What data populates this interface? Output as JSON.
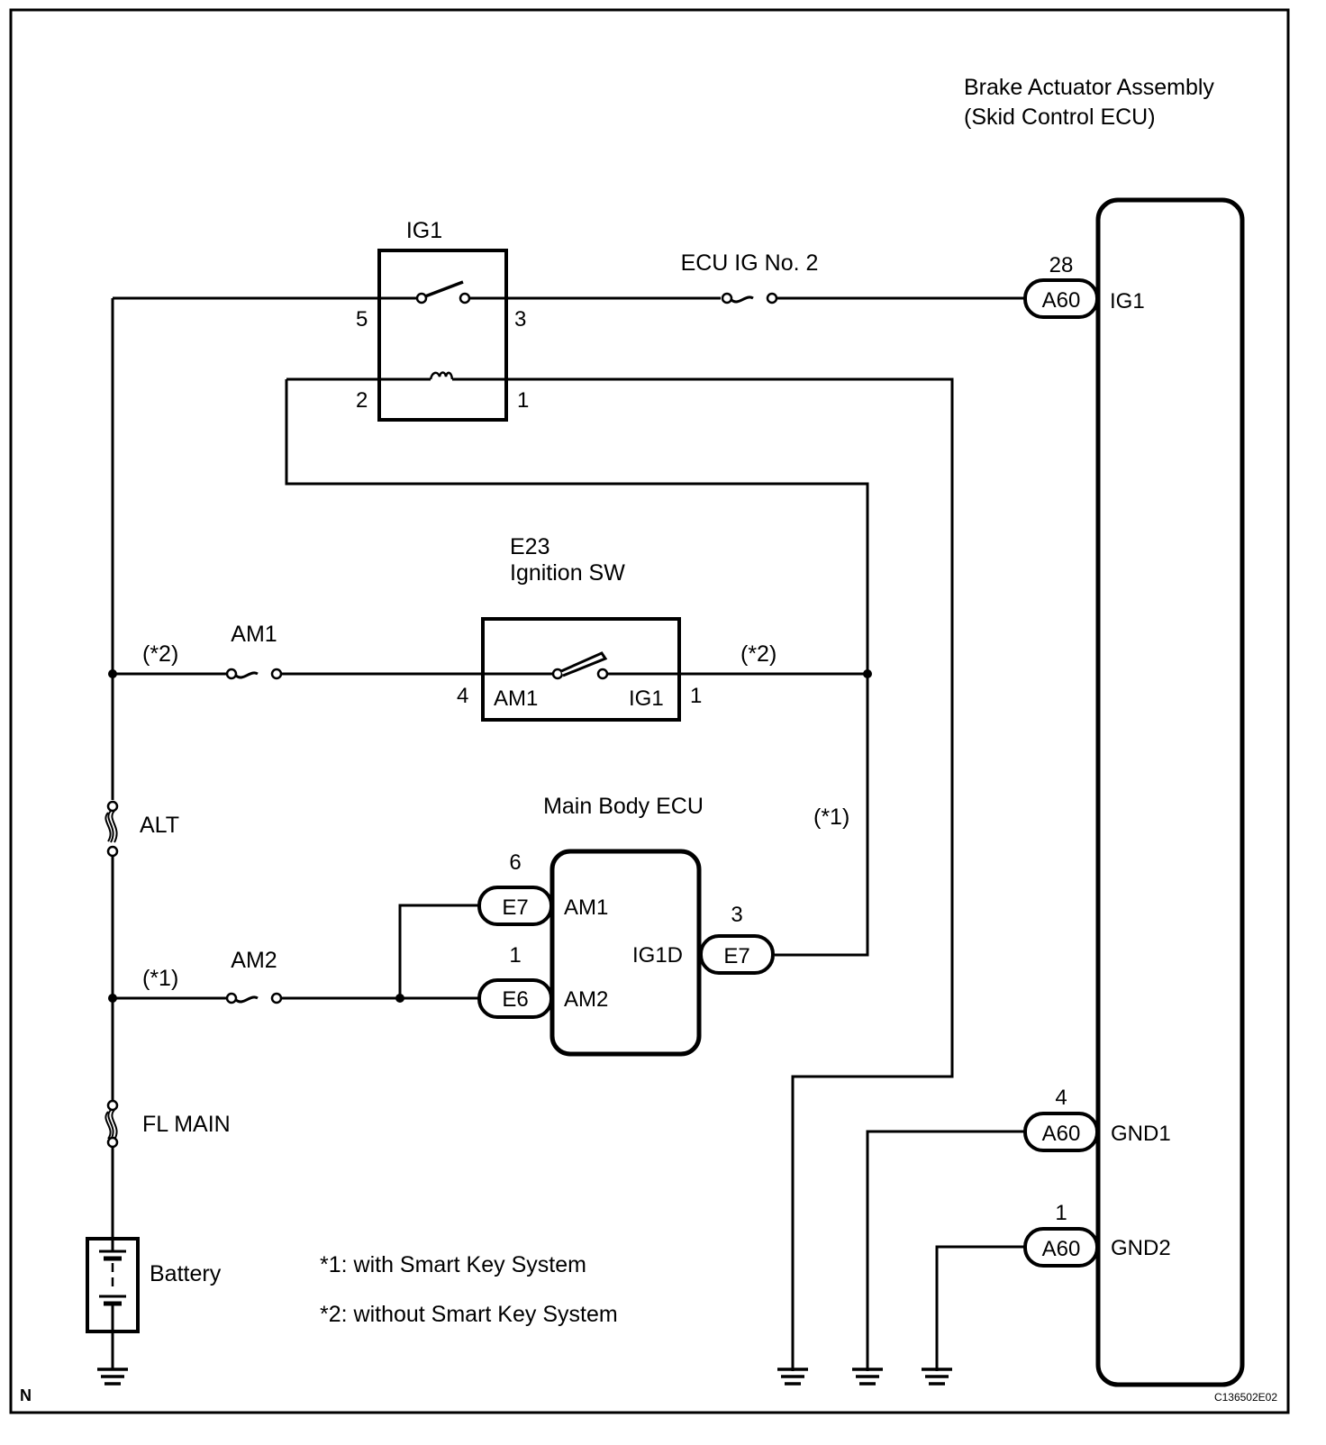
{
  "diagram": {
    "corner_mark": "N",
    "figure_id": "C136502E02",
    "brake_actuator": {
      "title_line1": "Brake Actuator Assembly",
      "title_line2": "(Skid Control ECU)",
      "pins": [
        {
          "connector": "A60",
          "pin_no": "28",
          "terminal": "IG1"
        },
        {
          "connector": "A60",
          "pin_no": "4",
          "terminal": "GND1"
        },
        {
          "connector": "A60",
          "pin_no": "1",
          "terminal": "GND2"
        }
      ]
    },
    "ig1_relay": {
      "label": "IG1",
      "pins": {
        "p5": "5",
        "p3": "3",
        "p2": "2",
        "p1": "1"
      }
    },
    "ecu_ig_fuse": {
      "label": "ECU IG No. 2"
    },
    "ignition_switch": {
      "label_line1": "E23",
      "label_line2": "Ignition SW",
      "pin_left": "4",
      "pin_right": "1",
      "term_left": "AM1",
      "term_right": "IG1"
    },
    "am1_fuse": {
      "label": "AM1",
      "note": "(*2)"
    },
    "am2_fuse": {
      "label": "AM2",
      "note": "(*1)"
    },
    "ign_to_relay_note": "(*2)",
    "ecu_to_relay_note": "(*1)",
    "alt_fuse": {
      "label": "ALT"
    },
    "fl_main_fuse": {
      "label": "FL MAIN"
    },
    "battery": {
      "label": "Battery"
    },
    "main_body_ecu": {
      "label": "Main Body ECU",
      "pins": [
        {
          "connector": "E7",
          "pin_no": "6",
          "terminal": "AM1"
        },
        {
          "connector": "E6",
          "pin_no": "1",
          "terminal": "AM2"
        },
        {
          "connector": "E7",
          "pin_no": "3",
          "terminal": "IG1D"
        }
      ]
    },
    "notes": [
      "*1: with Smart Key System",
      "*2: without Smart Key System"
    ]
  }
}
